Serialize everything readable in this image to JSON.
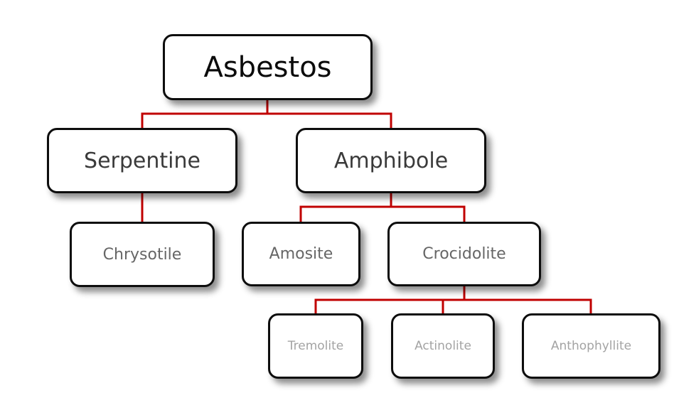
{
  "diagram": {
    "root": {
      "label": "Asbestos"
    },
    "groups": [
      {
        "label": "Serpentine"
      },
      {
        "label": "Amphibole"
      }
    ],
    "types": [
      {
        "label": "Chrysotile"
      },
      {
        "label": "Amosite"
      },
      {
        "label": "Crocidolite"
      }
    ],
    "subtypes": [
      {
        "label": "Tremolite"
      },
      {
        "label": "Actinolite"
      },
      {
        "label": "Anthophyllite"
      }
    ],
    "edges": [
      [
        "Asbestos",
        "Serpentine"
      ],
      [
        "Asbestos",
        "Amphibole"
      ],
      [
        "Serpentine",
        "Chrysotile"
      ],
      [
        "Amphibole",
        "Amosite"
      ],
      [
        "Amphibole",
        "Crocidolite"
      ],
      [
        "Crocidolite",
        "Tremolite"
      ],
      [
        "Crocidolite",
        "Actinolite"
      ],
      [
        "Crocidolite",
        "Anthophyllite"
      ]
    ],
    "colors": {
      "connector": "#c00000",
      "box_border": "#0d0d0d",
      "box_fill": "#ffffff"
    }
  }
}
